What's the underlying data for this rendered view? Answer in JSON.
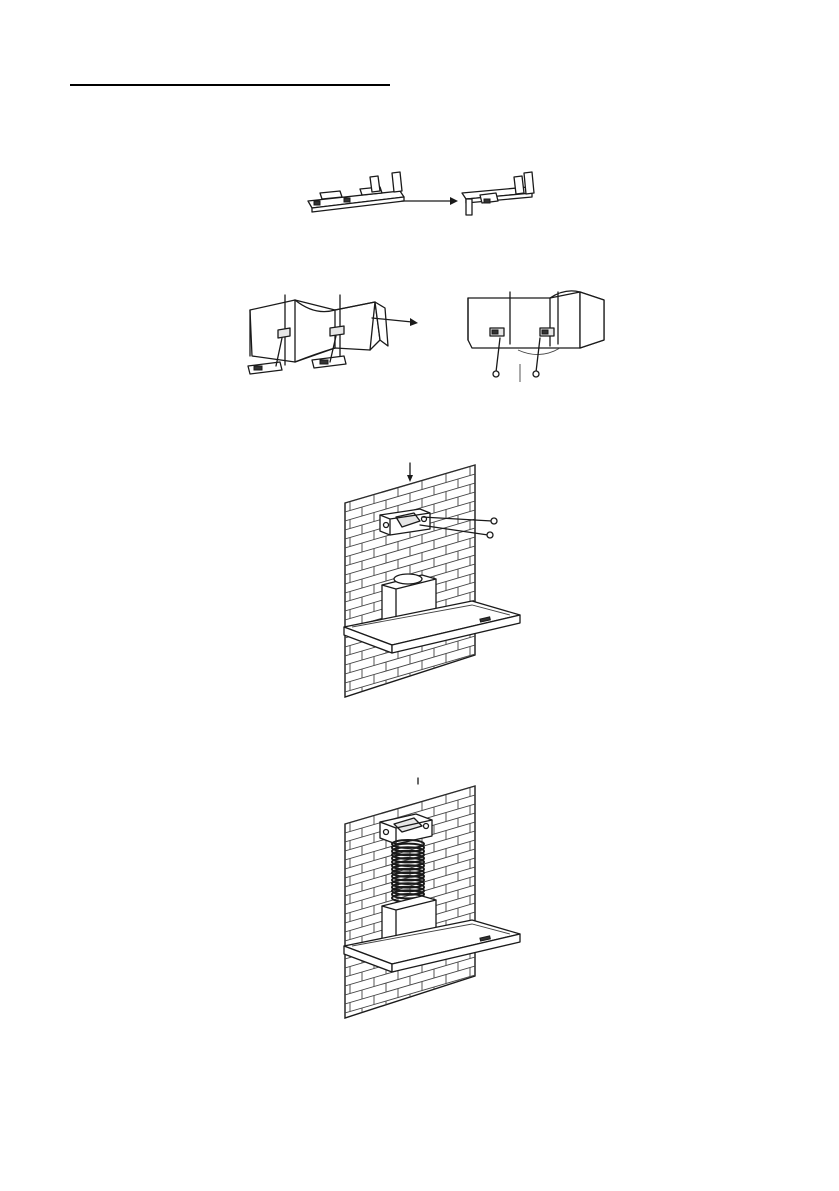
{
  "document": {
    "header_rule": true,
    "figures": [
      {
        "id": "step-1",
        "subject": "bracket-adjustment"
      },
      {
        "id": "step-2",
        "subject": "duct-bracket-assembly"
      },
      {
        "id": "step-3",
        "subject": "wall-mount-bracket"
      },
      {
        "id": "step-4",
        "subject": "chimney-duct-installed"
      }
    ]
  }
}
